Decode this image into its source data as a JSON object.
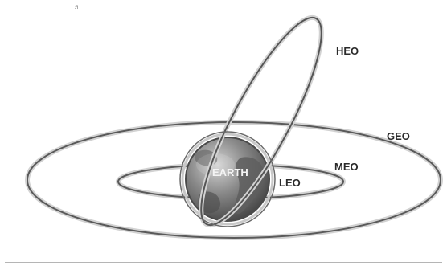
{
  "diagram": {
    "earth_label": "EARTH",
    "orbits": {
      "heo": "HEO",
      "geo": "GEO",
      "meo": "MEO",
      "leo": "LEO"
    }
  }
}
